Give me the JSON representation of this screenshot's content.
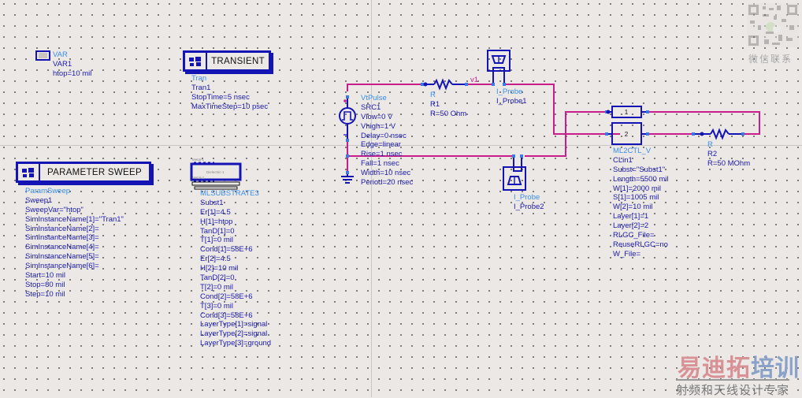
{
  "var_block": {
    "type": "VAR",
    "name": "VAR1",
    "params": [
      "htop=10 mil"
    ],
    "icon": "var-eqn-icon"
  },
  "transient": {
    "banner": "TRANSIENT",
    "type": "Tran",
    "name": "Tran1",
    "params": [
      "StopTime=5 nsec",
      "MaxTimeStep=10 psec"
    ]
  },
  "param_sweep": {
    "banner": "PARAMETER SWEEP",
    "type": "ParamSweep",
    "name": "Sweep1",
    "params": [
      "SweepVar=\"htop\"",
      "SimInstanceName[1]=\"Tran1\"",
      "SimInstanceName[2]=",
      "SimInstanceName[3]=",
      "SimInstanceName[4]=",
      "SimInstanceName[5]=",
      "SimInstanceName[6]=",
      "Start=10 mil",
      "Stop=80 mil",
      "Step=10 mil"
    ]
  },
  "substrate": {
    "icon_labels": [
      "Metal-1",
      "Dielectric-1",
      "Metal-2"
    ],
    "type": "MLSUBSTRATE3",
    "name": "Subst1",
    "params": [
      "Er[1]=4.5",
      "H[1]=htop",
      "TanD[1]=0",
      "T[1]=0 mil",
      "Cond[1]=58E+6",
      "Er[2]=4.5",
      "H[2]=10 mil",
      "TanD[2]=0",
      "T[2]=0 mil",
      "Cond[2]=58E+6",
      "T[3]=0 mil",
      "Cond[3]=58E+6",
      "LayerType[1]=signal",
      "LayerType[2]=signal",
      "LayerType[3]=ground"
    ]
  },
  "source": {
    "type": "VtPulse",
    "name": "SRC1",
    "params": [
      "Vlow=0 V",
      "Vhigh=1 V",
      "Delay=0 nsec",
      "Edge=linear",
      "Rise=1 nsec",
      "Fall=1 nsec",
      "Width=10 nsec",
      "Period=20 nsec"
    ]
  },
  "r1": {
    "type": "R",
    "name": "R1",
    "params": [
      "R=50 Ohm"
    ]
  },
  "node_label": "v1",
  "probe1": {
    "type": "I_Probe",
    "name": "I_Probe1"
  },
  "probe2": {
    "type": "I_Probe",
    "name": "I_Probe2"
  },
  "clin": {
    "pin_labels": [
      "1",
      "2"
    ],
    "type": "ML2CTL_V",
    "name": "CLin1",
    "params": [
      "Subst=\"Subst1\"",
      "Length=5500 mil",
      "W[1]=2000 mil",
      "S[1]=1005 mil",
      "W[2]=10 mil",
      "Layer[1]=1",
      "Layer[2]=2",
      "RLGC_File=",
      "ReuseRLGC=no",
      "W_File="
    ]
  },
  "r2": {
    "type": "R",
    "name": "R2",
    "params": [
      "R=50 MOhm"
    ]
  },
  "watermark": {
    "qr_caption": "微信联系",
    "logo_part1": "易迪拓",
    "logo_part2": "培训",
    "subtitle": "射频和天线设计专家"
  },
  "colors": {
    "wire": "#c81e8c",
    "component": "#1414b4",
    "type_label": "#3a8ee8",
    "param_text": "#1a1aa8",
    "pin": "#3a7ae8",
    "canvas": "#ece8e6"
  }
}
